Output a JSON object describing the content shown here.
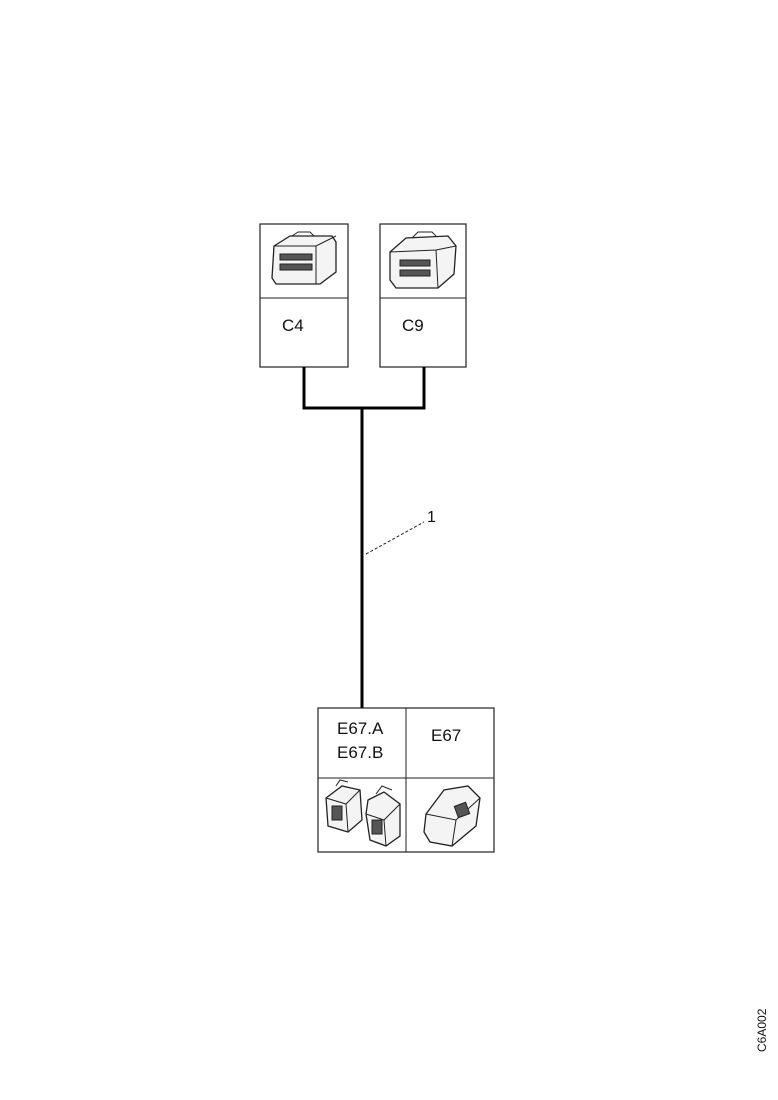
{
  "diagram": {
    "connectors": {
      "c4": {
        "label": "C4",
        "icon": "connector-icon"
      },
      "c9": {
        "label": "C9",
        "icon": "connector-icon"
      },
      "e67ab": {
        "label_a": "E67.A",
        "label_b": "E67.B",
        "icon": "connector-pair-icon"
      },
      "e67": {
        "label": "E67",
        "icon": "connector-icon"
      }
    },
    "harness": {
      "callout": "1"
    },
    "reference_code": "C6A002"
  }
}
